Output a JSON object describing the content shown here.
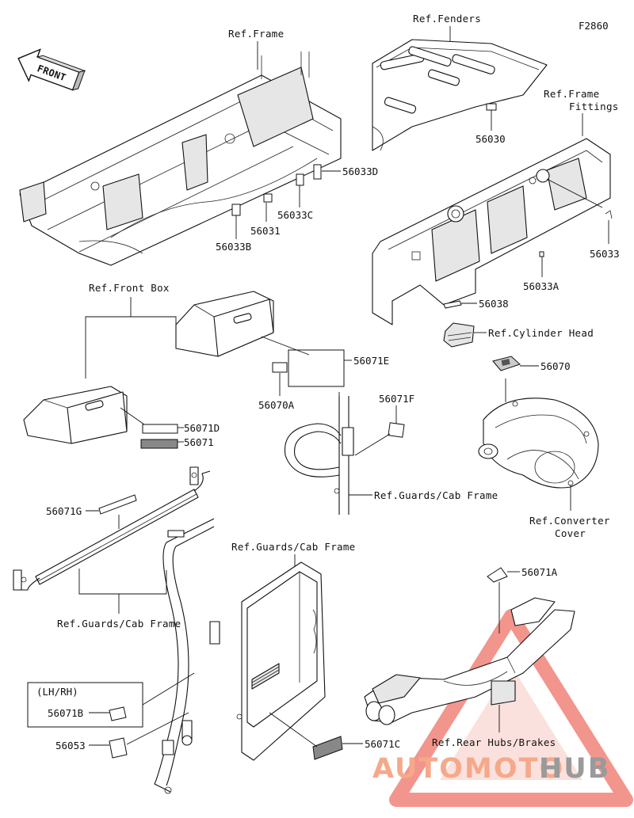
{
  "diagram_code": "F2860",
  "front_arrow_label": "FRONT",
  "references": {
    "frame": "Ref.Frame",
    "fenders": "Ref.Fenders",
    "frame_fittings_line1": "Ref.Frame",
    "frame_fittings_line2": "Fittings",
    "front_box": "Ref.Front Box",
    "cylinder_head": "Ref.Cylinder Head",
    "guards_cab_frame_1": "Ref.Guards/Cab Frame",
    "guards_cab_frame_2": "Ref.Guards/Cab Frame",
    "guards_cab_frame_3": "Ref.Guards/Cab Frame",
    "converter_cover_line1": "Ref.Converter",
    "converter_cover_line2": "Cover",
    "rear_hubs_brakes": "Ref.Rear Hubs/Brakes"
  },
  "parts": {
    "p56030": "56030",
    "p56033D": "56033D",
    "p56033C": "56033C",
    "p56031": "56031",
    "p56033B": "56033B",
    "p56033": "56033",
    "p56033A": "56033A",
    "p56038": "56038",
    "p56070": "56070",
    "p56071E": "56071E",
    "p56070A": "56070A",
    "p56071F": "56071F",
    "p56071D": "56071D",
    "p56071": "56071",
    "p56071G": "56071G",
    "p56071B": "56071B",
    "p56053": "56053",
    "p56071C": "56071C",
    "p56071A": "56071A"
  },
  "lh_rh_note": "(LH/RH)",
  "watermark": {
    "part1": "AUTOMOTO",
    "part2": "HUB",
    "color_orange": "#f5a98a",
    "color_gray": "#9a9a9a",
    "color_red": "#e84030"
  }
}
